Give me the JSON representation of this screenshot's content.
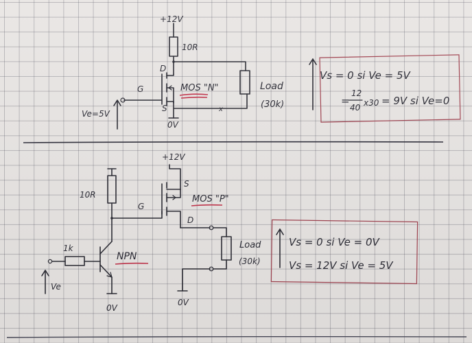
{
  "top": {
    "supply": "+12V",
    "resistor": "10R",
    "drain": "D",
    "gate": "G",
    "source": "S",
    "transistor": "MOS \"N\"",
    "load": "Load",
    "load_value": "(30k)",
    "input": "Ve=5V",
    "ground": "0V",
    "note_line1": "Vs = 0 si Ve = 5V",
    "note_frac_num": "12",
    "note_frac_den": "40",
    "note_times": "x30",
    "note_line2_rest": "= 9V si Ve=0",
    "note_eq": "="
  },
  "bottom": {
    "supply": "+12V",
    "source": "S",
    "gate": "G",
    "drain": "D",
    "resistor_collector": "10R",
    "resistor_base": "1k",
    "transistor_npn": "NPN",
    "transistor_mos": "MOS \"P\"",
    "load": "Load",
    "load_value": "(30k)",
    "input": "Ve",
    "ground_left": "0V",
    "ground_right": "0V",
    "note_line1": "Vs = 0 si Ve = 0V",
    "note_line2": "Vs = 12V si Ve = 5V"
  },
  "colors": {
    "ink": "#2a2a33",
    "underline": "#c2324a",
    "box": "#a0404e",
    "grid": "#9d9aa6"
  }
}
